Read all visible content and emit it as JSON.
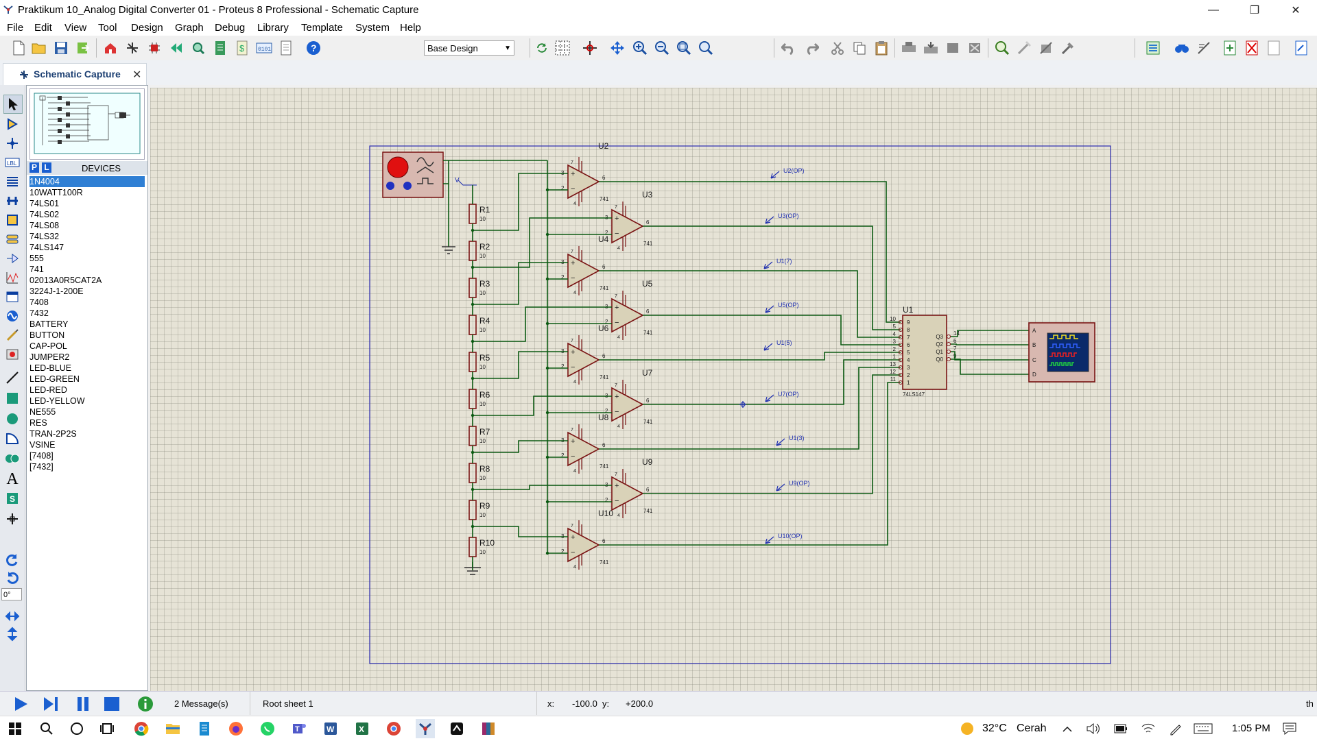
{
  "window": {
    "title": "Praktikum 10_Analog Digital Converter 01 - Proteus 8 Professional - Schematic Capture",
    "minimize_glyph": "—",
    "restore_glyph": "❐",
    "close_glyph": "✕"
  },
  "menu": [
    "File",
    "Edit",
    "View",
    "Tool",
    "Design",
    "Graph",
    "Debug",
    "Library",
    "Template",
    "System",
    "Help"
  ],
  "toolbar": {
    "design_select": "Base Design",
    "icons": [
      "new-file-icon",
      "open-folder-icon",
      "save-icon",
      "import-icon",
      "home-icon",
      "netlist-icon",
      "component-icon",
      "back-icon",
      "zoom-icon",
      "bom-icon",
      "cost-icon",
      "binary-icon",
      "report-icon",
      "help-icon"
    ]
  },
  "tab": {
    "label": "Schematic Capture"
  },
  "device_panel": {
    "p_button": "P",
    "l_button": "L",
    "header": "DEVICES",
    "devices": [
      "1N4004",
      "10WATT100R",
      "74LS01",
      "74LS02",
      "74LS08",
      "74LS32",
      "74LS147",
      "555",
      "741",
      "02013A0R5CAT2A",
      "3224J-1-200E",
      "7408",
      "7432",
      "BATTERY",
      "BUTTON",
      "CAP-POL",
      "JUMPER2",
      "LED-BLUE",
      "LED-GREEN",
      "LED-RED",
      "LED-YELLOW",
      "NE555",
      "RES",
      "TRAN-2P2S",
      "VSINE",
      "[7408]",
      "[7432]"
    ],
    "selected_index": 0
  },
  "left_tools": {
    "rotation_value": "0°"
  },
  "schematic": {
    "opamps": [
      {
        "ref": "U2",
        "part": "741",
        "probe": "U2(OP)"
      },
      {
        "ref": "U3",
        "part": "741",
        "probe": "U3(OP)"
      },
      {
        "ref": "U4",
        "part": "741",
        "probe": "U1(7)"
      },
      {
        "ref": "U5",
        "part": "741",
        "probe": "U5(OP)"
      },
      {
        "ref": "U6",
        "part": "741",
        "probe": "U1(5)"
      },
      {
        "ref": "U7",
        "part": "741",
        "probe": "U7(OP)"
      },
      {
        "ref": "U8",
        "part": "741",
        "probe": "U1(3)"
      },
      {
        "ref": "U9",
        "part": "741",
        "probe": "U9(OP)"
      },
      {
        "ref": "U10",
        "part": "741",
        "probe": "U10(OP)"
      }
    ],
    "resistors": [
      {
        "ref": "R1",
        "value": "10"
      },
      {
        "ref": "R2",
        "value": "10"
      },
      {
        "ref": "R3",
        "value": "10"
      },
      {
        "ref": "R4",
        "value": "10"
      },
      {
        "ref": "R5",
        "value": "10"
      },
      {
        "ref": "R6",
        "value": "10"
      },
      {
        "ref": "R7",
        "value": "10"
      },
      {
        "ref": "R8",
        "value": "10"
      },
      {
        "ref": "R9",
        "value": "10"
      },
      {
        "ref": "R10",
        "value": "10"
      }
    ],
    "encoder": {
      "ref": "U1",
      "part": "74LS147",
      "left_pin_numbers": [
        "10",
        "5",
        "4",
        "3",
        "2",
        "1",
        "13",
        "12",
        "11"
      ],
      "left_pin_labels": [
        "9",
        "8",
        "7",
        "6",
        "5",
        "4",
        "3",
        "2",
        "1"
      ],
      "right_pin_labels": [
        "Q3",
        "Q2",
        "Q1",
        "Q0"
      ],
      "right_pin_numbers": [
        "14",
        "6",
        "7",
        "9"
      ]
    },
    "scope_pins": [
      "A",
      "B",
      "C",
      "D"
    ],
    "vref_label": "V",
    "opamp_pin_labels": {
      "noninv": "3",
      "inv": "2",
      "out": "6",
      "vplus": "7",
      "vminus": "4"
    }
  },
  "status": {
    "messages": "2 Message(s)",
    "sheet": "Root sheet 1",
    "x_label": "x:",
    "x_value": "-100.0",
    "y_label": "y:",
    "y_value": "+200.0",
    "right_text": "th"
  },
  "taskbar": {
    "temperature": "32°C",
    "weather": "Cerah",
    "time": "1:05 PM"
  }
}
